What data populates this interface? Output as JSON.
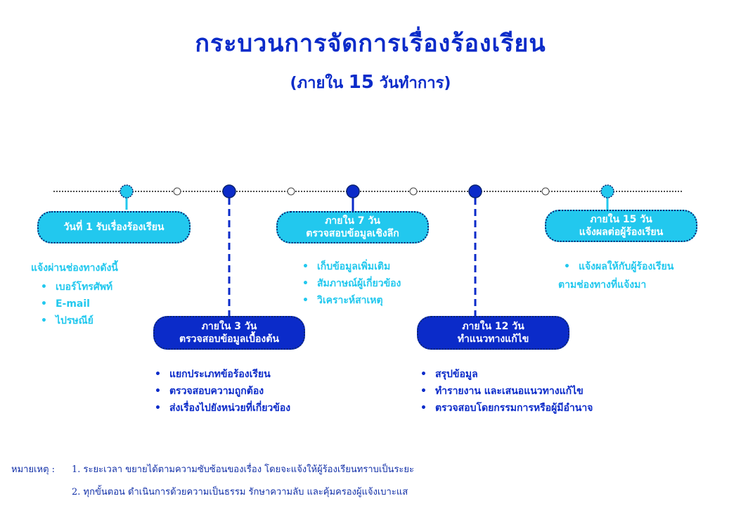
{
  "title": "กระบวนการจัดการเรื่องร้องเรียน",
  "subtitle": {
    "prefix": "(ภายใน",
    "number": "15",
    "suffix": "วันทำการ)"
  },
  "colors": {
    "primary_blue": "#0b2bc9",
    "cyan": "#22c8ee"
  },
  "steps": [
    {
      "label_line1": "วันที่ 1 รับเรื่องร้องเรียน",
      "label_line2": "",
      "heading": "แจ้งผ่านช่องทางดังนี้",
      "items": [
        "เบอร์โทรศัพท์",
        "E-mail",
        "ไปรษณีย์"
      ]
    },
    {
      "label_line1": "ภายใน 3 วัน",
      "label_line2": "ตรวจสอบข้อมูลเบื้องต้น",
      "items": [
        "แยกประเภทข้อร้องเรียน",
        "ตรวจสอบความถูกต้อง",
        "ส่งเรื่องไปยังหน่วยที่เกี่ยวข้อง"
      ]
    },
    {
      "label_line1": "ภายใน 7 วัน",
      "label_line2": "ตรวจสอบข้อมูลเชิงลึก",
      "items": [
        "เก็บข้อมูลเพิ่มเติม",
        "สัมภาษณ์ผู้เกี่ยวข้อง",
        "วิเคราะห์สาเหตุ"
      ]
    },
    {
      "label_line1": "ภายใน 12 วัน",
      "label_line2": "ทำแนวทางแก้ไข",
      "items": [
        "สรุปข้อมูล",
        "ทำรายงาน และเสนอแนวทางแก้ไข",
        "ตรวจสอบโดยกรรมการหรือผู้มีอำนาจ"
      ]
    },
    {
      "label_line1": "ภายใน 15 วัน",
      "label_line2": "แจ้งผลต่อผู้ร้องเรียน",
      "items": [
        "แจ้งผลให้กับผู้ร้องเรียน"
      ],
      "items_cont": "ตามช่องทางที่แจ้งมา"
    }
  ],
  "notes": {
    "label": "หมายเหตุ :",
    "line1": "1. ระยะเวลา ขยายได้ตามความซับซ้อนของเรื่อง โดยจะแจ้งให้ผู้ร้องเรียนทราบเป็นระยะ",
    "line2": "2. ทุกขั้นตอน ดำเนินการด้วยความเป็นธรรม รักษาความลับ และคุ้มครองผู้แจ้งเบาะแส"
  }
}
